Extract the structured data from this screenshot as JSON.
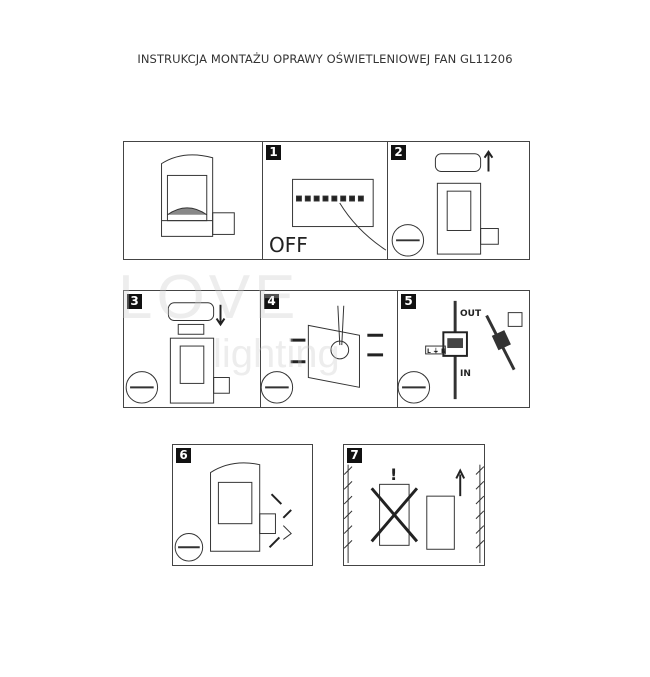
{
  "title": "INSTRUKCJA MONTAŻU OPRAWY OŚWIETLENIOWEJ FAN GL11206",
  "steps": [
    {
      "number": "1",
      "text": "OFF"
    },
    {
      "number": "2"
    },
    {
      "number": "3"
    },
    {
      "number": "4"
    },
    {
      "number": "5",
      "out_label": "OUT",
      "in_label": "IN",
      "terminal_label": "L ⏚ N"
    },
    {
      "number": "6"
    },
    {
      "number": "7",
      "warning": "!"
    }
  ],
  "watermark": {
    "line1": "LOVE",
    "line2": "lighting"
  }
}
